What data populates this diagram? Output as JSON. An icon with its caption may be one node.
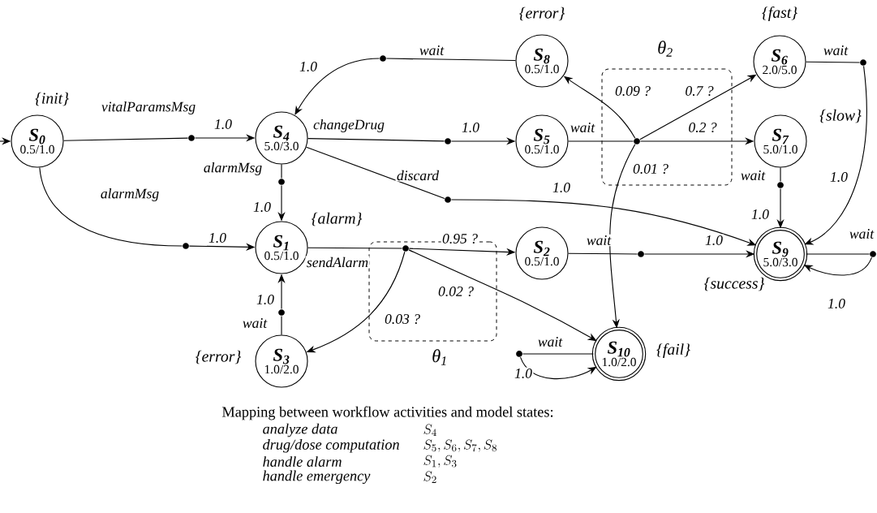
{
  "diagram": {
    "nodes": [
      {
        "text": [
          "S$_{0}$",
          "0.5/1.0"
        ],
        "beside": [
          "{init}"
        ]
      },
      {
        "text": [
          "S$_{4}$",
          "5.0/3.0"
        ]
      },
      {
        "text": [
          "S$_{1}$",
          "0.5/1.0"
        ],
        "beside": [
          "{alarm}"
        ]
      },
      {
        "text": [
          "S$_{3}$",
          "1.0/2.0"
        ],
        "beside": [
          "{error}"
        ]
      },
      {
        "text": [
          "S$_{8}$",
          "0.5/1.0"
        ],
        "beside": [
          "{error}"
        ]
      },
      {
        "text": [
          "S$_{5}$",
          "0.5/1.0"
        ]
      },
      {
        "text": [
          "S$_{6}$",
          "2.0/5.0"
        ],
        "beside": [
          "{fast}"
        ]
      },
      {
        "text": [
          "S$_{7}$",
          "5.0/1.0"
        ],
        "beside": [
          "{slow}"
        ]
      },
      {
        "text": [
          "S$_{2}$",
          "0.5/1.0"
        ]
      },
      {
        "text": [
          "S$_{9}$",
          "5.0/3.0"
        ],
        "beside": [
          "{success}"
        ]
      },
      {
        "text": [
          "S$_{10}$",
          "1.0/2.0"
        ],
        "beside": [
          "{fail}"
        ]
      },
      {
        "text": [
          "θ$_{1}$"
        ]
      },
      {
        "text": [
          "θ$_{2}$"
        ]
      },
      {
        "text": [],
        "shape": "circle"
      },
      {
        "text": [],
        "shape": "circle"
      },
      {
        "text": [],
        "shape": "circle"
      },
      {
        "text": [],
        "shape": "circle"
      },
      {
        "text": [],
        "shape": "circle"
      },
      {
        "text": [],
        "shape": "circle"
      },
      {
        "text": [],
        "shape": "circle",
        "in": 12
      },
      {
        "text": [],
        "shape": "circle",
        "in": 11
      },
      {
        "text": [],
        "shape": "circle"
      },
      {
        "text": [],
        "shape": "circle"
      },
      {
        "text": [],
        "shape": "circle"
      },
      {
        "text": [],
        "shape": "circle"
      },
      {
        "text": [],
        "shape": "circle"
      },
      {
        "text": [],
        "shape": "circle"
      }
    ],
    "edges": [
      {
        "from": null,
        "to": 0,
        "arrow": "to"
      },
      {
        "from": 0,
        "to": 13,
        "arrow": "none",
        "label": "vitalParamsMsg"
      },
      {
        "from": 13,
        "to": 1,
        "arrow": "to",
        "label": "1.0"
      },
      {
        "from": 0,
        "to": 14,
        "arrow": "none",
        "label": "alarmMsg"
      },
      {
        "from": 14,
        "to": 2,
        "arrow": "to",
        "label": "1.0"
      },
      {
        "from": 1,
        "to": 15,
        "arrow": "none",
        "label": "alarmMsg"
      },
      {
        "from": 15,
        "to": 2,
        "arrow": "to",
        "label": "1.0"
      },
      {
        "from": 1,
        "to": 16,
        "arrow": "none",
        "label": "changeDrug"
      },
      {
        "from": 16,
        "to": 5,
        "arrow": "to",
        "label": "1.0"
      },
      {
        "from": 1,
        "to": 17,
        "arrow": "none",
        "label": "discard"
      },
      {
        "from": 17,
        "to": 9,
        "arrow": "to",
        "label": "1.0"
      },
      {
        "from": 4,
        "to": 18,
        "arrow": "none",
        "label": "wait"
      },
      {
        "from": 18,
        "to": 1,
        "arrow": "to",
        "label": "1.0"
      },
      {
        "from": 5,
        "to": 19,
        "arrow": "none",
        "label": "wait"
      },
      {
        "from": 19,
        "to": 4,
        "arrow": "to",
        "label": "0.09 ?"
      },
      {
        "from": 19,
        "to": 6,
        "arrow": "to",
        "label": "0.7 ?"
      },
      {
        "from": 19,
        "to": 7,
        "arrow": "to",
        "label": "0.2 ?"
      },
      {
        "from": 19,
        "to": 10,
        "arrow": "to",
        "label": "0.01 ?"
      },
      {
        "from": 2,
        "to": 20,
        "arrow": "none",
        "label": "sendAlarm"
      },
      {
        "from": 20,
        "to": 8,
        "arrow": "to",
        "label": "0.95 ?"
      },
      {
        "from": 20,
        "to": 10,
        "arrow": "to",
        "label": "0.02 ?"
      },
      {
        "from": 20,
        "to": 3,
        "arrow": "to",
        "label": "0.03 ?"
      },
      {
        "from": 3,
        "to": 21,
        "arrow": "none",
        "label": "wait"
      },
      {
        "from": 21,
        "to": 2,
        "arrow": "to",
        "label": "1.0"
      },
      {
        "from": 6,
        "to": 22,
        "arrow": "none",
        "label": "wait"
      },
      {
        "from": 22,
        "to": 9,
        "arrow": "to",
        "label": "1.0"
      },
      {
        "from": 7,
        "to": 23,
        "arrow": "none",
        "label": "wait"
      },
      {
        "from": 23,
        "to": 9,
        "arrow": "to",
        "label": "1.0"
      },
      {
        "from": 8,
        "to": 24,
        "arrow": "none",
        "label": "wait"
      },
      {
        "from": 24,
        "to": 9,
        "arrow": "to",
        "label": "1.0"
      },
      {
        "from": 9,
        "to": 25,
        "arrow": "none",
        "label": "wait"
      },
      {
        "from": 25,
        "to": 9,
        "arrow": "to",
        "label": "1.0"
      },
      {
        "from": 10,
        "to": 26,
        "arrow": "none",
        "label": "wait"
      },
      {
        "from": 26,
        "to": 10,
        "arrow": "to",
        "label": "1.0"
      }
    ],
    "labels": [
      "Mapping between workflow activities and model states:",
      "analyze data",
      "S_4",
      "drug/dose computation",
      "S_5, S_6, S_7, S_8",
      "handle alarm",
      "S_1, S_3",
      "handle emergency",
      "S_2"
    ]
  }
}
